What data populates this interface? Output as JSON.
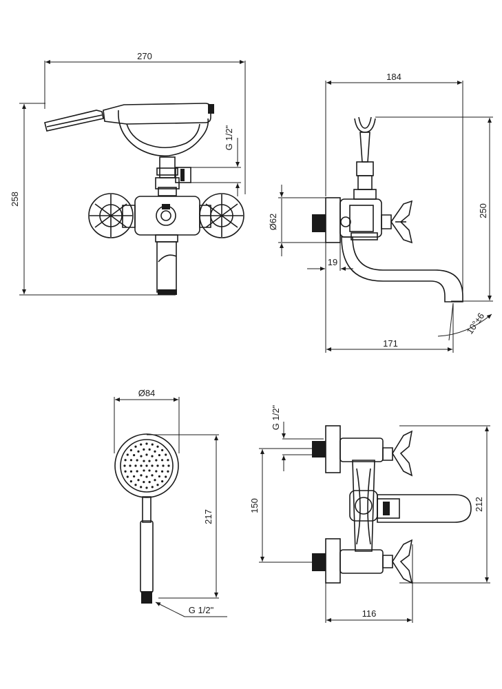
{
  "dimensions": {
    "front_width": "270",
    "front_height": "258",
    "thread_front": "G 1/2\"",
    "side_depth": "184",
    "side_height": "250",
    "side_diameter": "Ø62",
    "side_offset": "19",
    "side_spout": "171",
    "side_angle": "10°±6",
    "shower_diameter": "Ø84",
    "shower_length": "217",
    "shower_thread": "G 1/2\"",
    "top_thread": "G 1/2\"",
    "top_spacing": "150",
    "top_height": "212",
    "top_depth": "116"
  }
}
